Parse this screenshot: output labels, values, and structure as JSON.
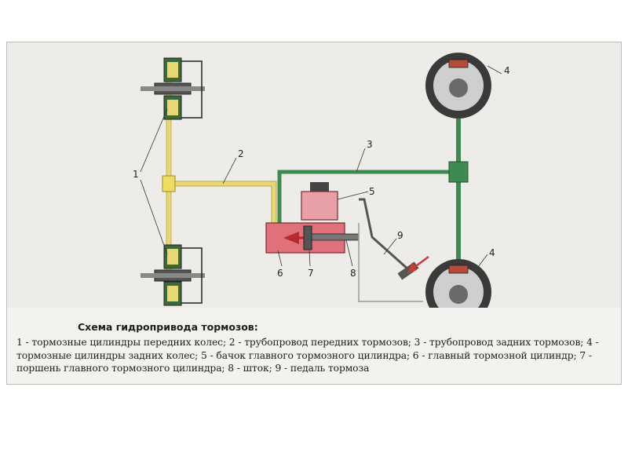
{
  "diagram": {
    "labels": {
      "n1": "1",
      "n2": "2",
      "n3": "3",
      "n4_top": "4",
      "n4_bottom": "4",
      "n5": "5",
      "n6": "6",
      "n7": "7",
      "n8": "8",
      "n9": "9"
    },
    "colors": {
      "front_line": "#e8d873",
      "rear_line": "#3f8a52",
      "master_cylinder": "#e0707a",
      "reservoir": "#e8a0a8",
      "drum": "#3a3a3a"
    }
  },
  "caption": {
    "title": "Схема гидропривода тормозов:",
    "text": "1 - тормозные цилиндры передних колес; 2 - трубопровод передних тормозов; 3 - трубопровод задних тормозов; 4 - тормозные цилиндры задних колес; 5 - бачок главного тормозного цилиндра; 6 - главный тормозной цилиндр; 7 - поршень главного тормозного цилиндра; 8 - шток; 9 - педаль тормоза"
  }
}
